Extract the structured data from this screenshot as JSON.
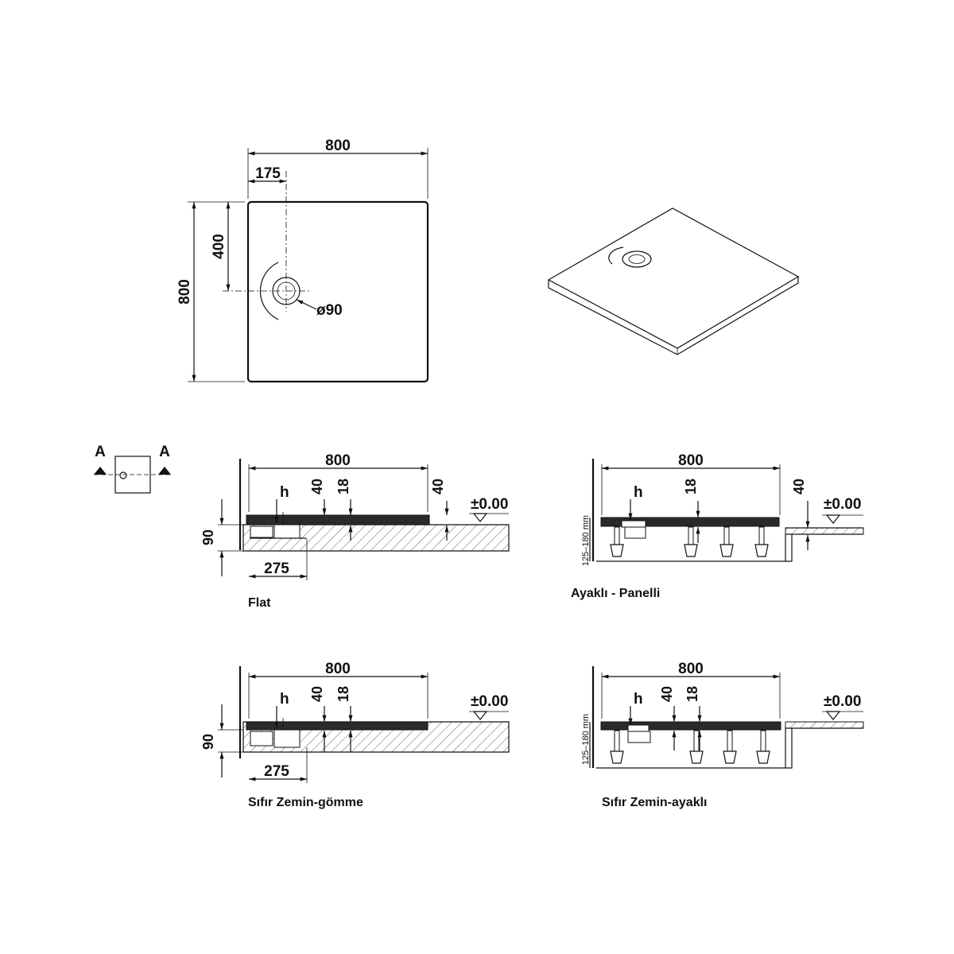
{
  "top_view": {
    "width_label": "800",
    "depth_label": "800",
    "offset_x_label": "175",
    "offset_y_label": "400",
    "drain_label": "ø90"
  },
  "section_marker": {
    "left": "A",
    "right": "A"
  },
  "sections": [
    {
      "id": "flat",
      "caption": "Flat",
      "width": "800",
      "h": "h",
      "d40": "40",
      "d18": "18",
      "d40b": "40",
      "level": "±0.00",
      "d90": "90",
      "d275": "275"
    },
    {
      "id": "ayakli-panelli",
      "caption": "Ayaklı - Panelli",
      "width": "800",
      "h": "h",
      "d18": "18",
      "d40b": "40",
      "level": "±0.00",
      "leg_range": "125–180 mm"
    },
    {
      "id": "sifir-zemin-gomme",
      "caption": "Sıfır Zemin-gömme",
      "width": "800",
      "h": "h",
      "d40": "40",
      "d18": "18",
      "level": "±0.00",
      "d90": "90",
      "d275": "275"
    },
    {
      "id": "sifir-zemin-ayakli",
      "caption": "Sıfır Zemin-ayaklı",
      "width": "800",
      "h": "h",
      "d40": "40",
      "d18": "18",
      "level": "±0.00",
      "leg_range": "125–180 mm"
    }
  ]
}
